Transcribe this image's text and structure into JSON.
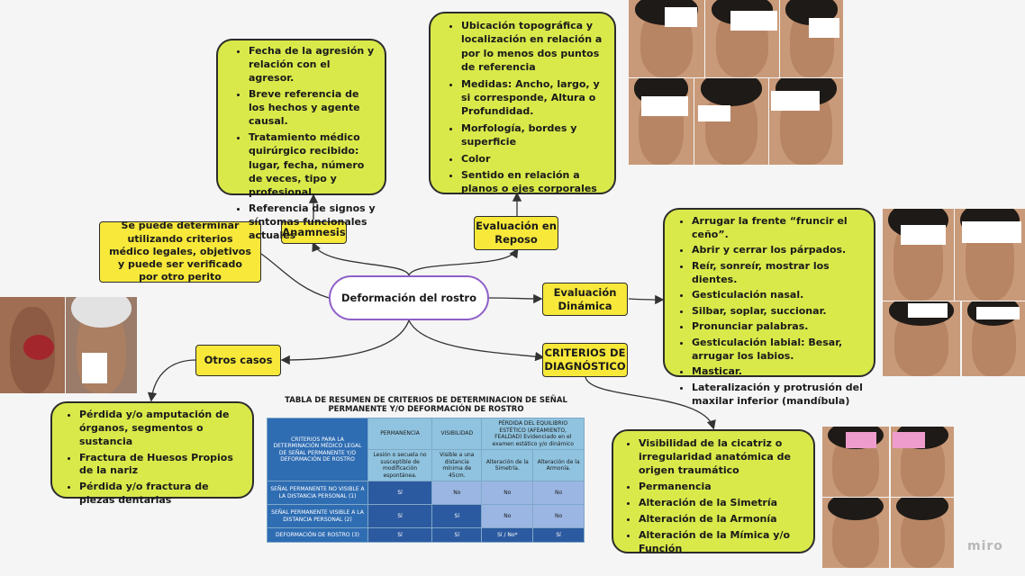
{
  "center": {
    "title": "Deformación del rostro"
  },
  "labels": {
    "anamnesis": "Anamnesis",
    "reposo": "Evaluación en Reposo",
    "dinamica": "Evaluación Dinámica",
    "criterios": "CRITERIOS DE DIAGNÓSTICO",
    "otros": "Otros casos",
    "legal": "Se puede determinar utilizando criterios médico legales, objetivos y puede ser verificado por otro perito"
  },
  "anamnesis_items": [
    "Fecha de la agresión y relación con el agresor.",
    "Breve referencia de los hechos y agente causal.",
    "Tratamiento médico quirúrgico recibido: lugar, fecha, número de veces, tipo y profesional.",
    "Referencia de signos y síntomas funcionales actuales"
  ],
  "reposo_items": [
    "Ubicación topográfica y localización en relación a por lo menos dos puntos de referencia",
    "Medidas: Ancho, largo, y si corresponde, Altura o Profundidad.",
    "Morfología, bordes y superficie",
    "Color",
    "Sentido en relación a planos o ejes corporales"
  ],
  "dinamica_items": [
    "Arrugar la frente “fruncir el ceño”.",
    "Abrir y cerrar los párpados.",
    "Reír, sonreír, mostrar los dientes.",
    "Gesticulación nasal.",
    "Silbar, soplar, succionar.",
    "Pronunciar palabras.",
    "Gesticulación labial: Besar, arrugar los labios.",
    "Masticar.",
    "Lateralización y protrusión del maxilar inferior (mandíbula)"
  ],
  "criterios_items": [
    "Visibilidad de la cicatriz o irregularidad anatómica de origen traumático",
    "Permanencia",
    "Alteración de la Simetría",
    "Alteración de la Armonía",
    "Alteración de la Mímica y/o Función"
  ],
  "otros_items": [
    "Pérdida y/o amputación de órganos, segmentos o sustancia",
    "Fractura de Huesos Propios de la nariz",
    "Pérdida y/o fractura de piezas dentarias"
  ],
  "table": {
    "title": "TABLA DE RESUMEN DE CRITERIOS DE DETERMINACION DE SEÑAL PERMANENTE Y/O DEFORMACIÓN DE ROSTRO",
    "corner": "CRITERIOS PARA LA DETERMINACIÓN MÉDICO LEGAL DE SEÑAL PERMANENTE Y/O DEFORMACIÓN DE ROSTRO",
    "col_permanencia": "PERMANENCIA",
    "col_visibilidad": "VISIBILIDAD",
    "col_equilibrio": "PÉRDIDA DEL EQUILIBRIO ESTÉTICO (AFEAMIENTO, FEALDAD) Evidenciado en el examen estático y/o dinámico",
    "sub_permanencia": "Lesión o secuela no susceptible de modificación espontánea.",
    "sub_visibilidad": "Visible a una distancia mínima de 45cm.",
    "sub_simetria": "Alteración de la Simetría.",
    "sub_armonia": "Alteración de la Armonía.",
    "rows": [
      {
        "label": "SEÑAL PERMANENTE NO VISIBLE A LA DISTANCIA PERSONAL (1)",
        "values": [
          "Sí",
          "No",
          "No",
          "No"
        ]
      },
      {
        "label": "SEÑAL PERMANENTE VISIBLE A LA DISTANCIA PERSONAL (2)",
        "values": [
          "Sí",
          "Sí",
          "No",
          "No"
        ]
      },
      {
        "label": "DEFORMACIÓN DE ROSTRO (3)",
        "values": [
          "Sí",
          "Sí",
          "Sí / No*",
          "Sí"
        ]
      }
    ]
  },
  "watermark": "miro",
  "colors": {
    "bubble": "#d9e94a",
    "label": "#f7e83a",
    "center_border": "#8e5fc8",
    "table_header": "#2f6db3"
  }
}
